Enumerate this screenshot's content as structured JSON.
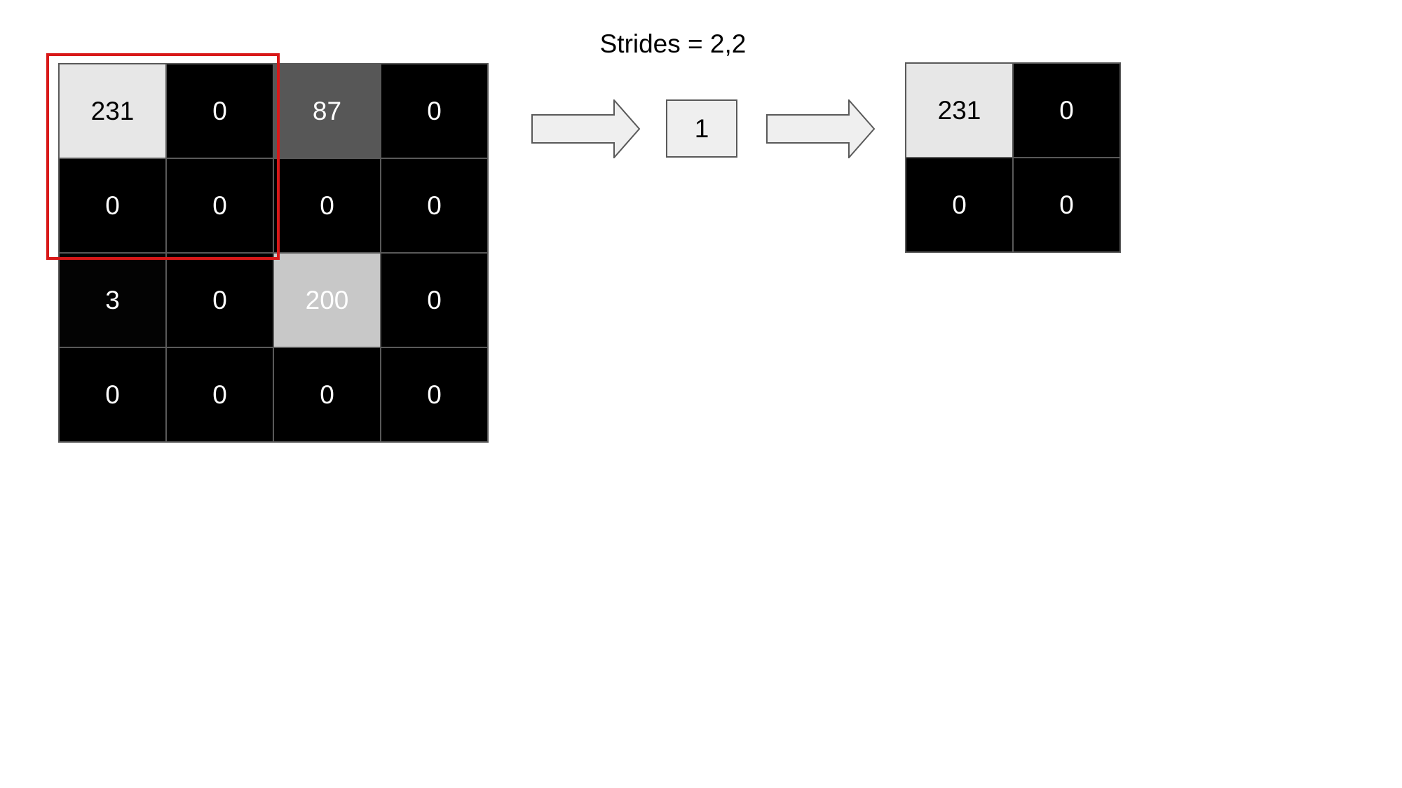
{
  "title": "Strides = 2,2",
  "input_grid": {
    "rows": [
      [
        231,
        0,
        87,
        0
      ],
      [
        0,
        0,
        0,
        0
      ],
      [
        3,
        0,
        200,
        0
      ],
      [
        0,
        0,
        0,
        0
      ]
    ]
  },
  "pool_size_label": "1",
  "output_grid": {
    "rows": [
      [
        231,
        0
      ],
      [
        0,
        0
      ]
    ]
  },
  "colors": {
    "window_border": "#d81818",
    "arrow_fill": "#efefef",
    "grid_line": "#595959",
    "box_fill": "#efefef"
  },
  "icons": {
    "arrow": "right-arrow-icon"
  }
}
